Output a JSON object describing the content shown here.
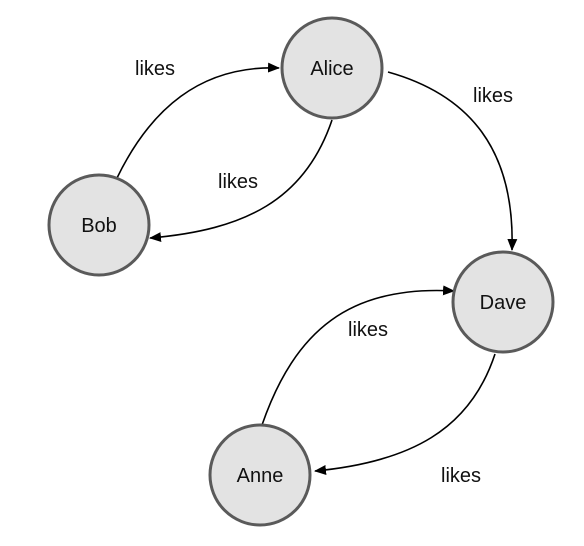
{
  "graph": {
    "nodes": [
      {
        "id": "alice",
        "label": "Alice"
      },
      {
        "id": "bob",
        "label": "Bob"
      },
      {
        "id": "dave",
        "label": "Dave"
      },
      {
        "id": "anne",
        "label": "Anne"
      }
    ],
    "edges": [
      {
        "from": "bob",
        "to": "alice",
        "label": "likes"
      },
      {
        "from": "alice",
        "to": "bob",
        "label": "likes"
      },
      {
        "from": "alice",
        "to": "dave",
        "label": "likes"
      },
      {
        "from": "anne",
        "to": "dave",
        "label": "likes"
      },
      {
        "from": "dave",
        "to": "anne",
        "label": "likes"
      }
    ]
  },
  "colors": {
    "node_fill": "#e3e3e3",
    "node_stroke": "#5a5a5a",
    "edge_stroke": "#000000",
    "text": "#111111"
  }
}
